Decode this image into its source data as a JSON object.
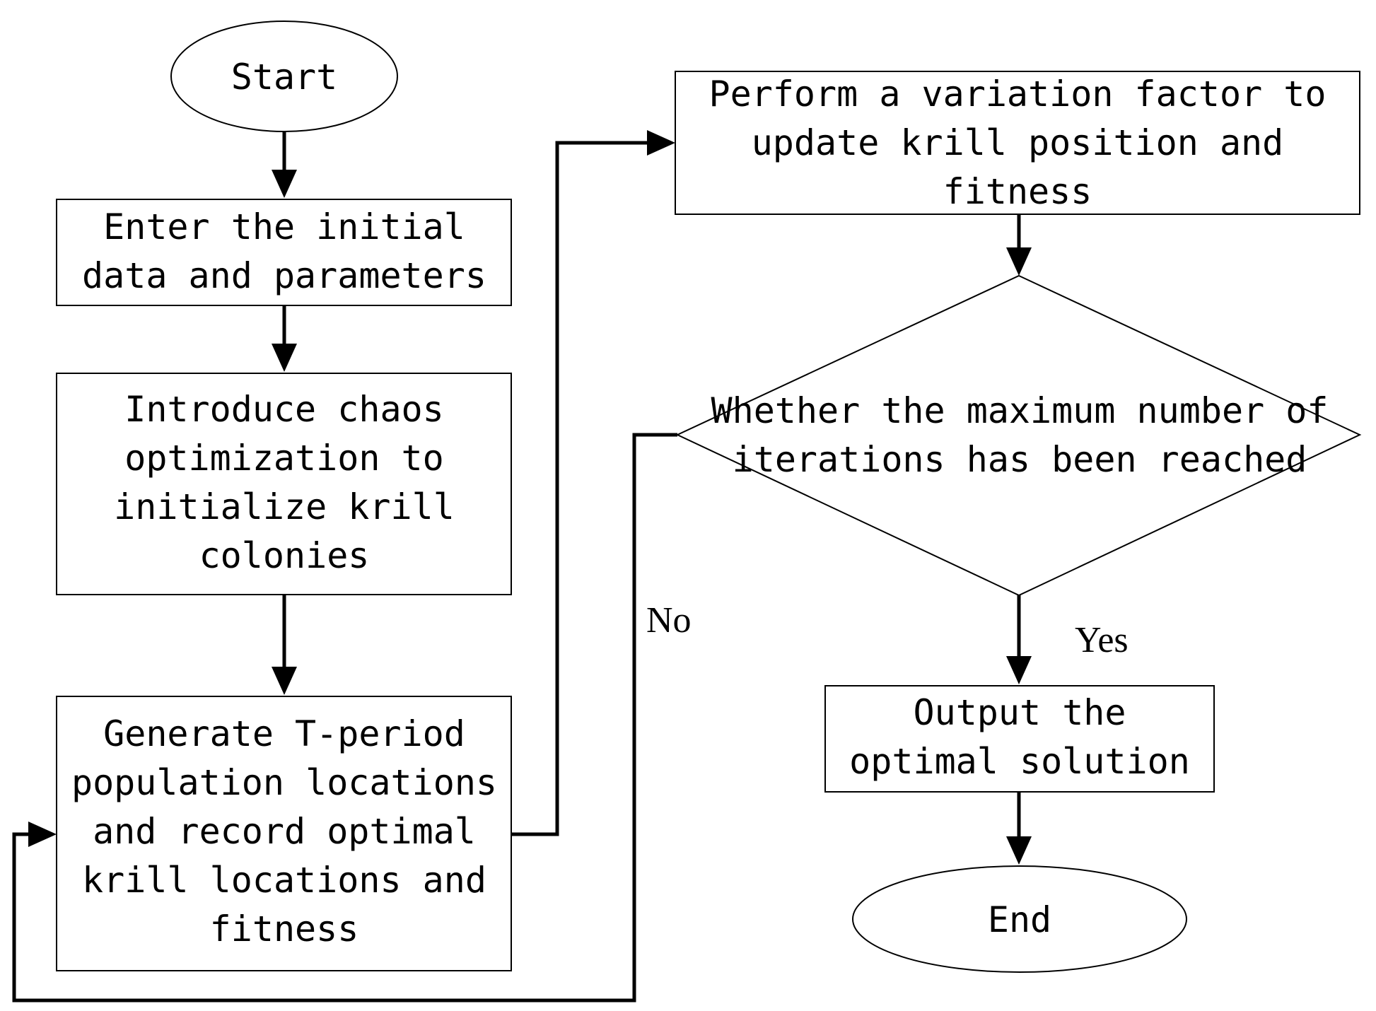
{
  "nodes": {
    "start": {
      "lines": [
        "Start"
      ]
    },
    "enter_data": {
      "lines": [
        "Enter the initial",
        "data and parameters"
      ]
    },
    "chaos_init": {
      "lines": [
        "Introduce chaos",
        "optimization to",
        "initialize krill",
        "colonies"
      ]
    },
    "generate": {
      "lines": [
        "Generate T-period",
        "population locations",
        "and record optimal",
        "krill locations and",
        "fitness"
      ]
    },
    "variation": {
      "lines": [
        "Perform a variation factor to",
        "update krill position and",
        "fitness"
      ]
    },
    "decision": {
      "lines": [
        "Whether the maximum number of",
        "iterations has been reached"
      ]
    },
    "output": {
      "lines": [
        "Output the",
        "optimal solution"
      ]
    },
    "end": {
      "lines": [
        "End"
      ]
    }
  },
  "edges": {
    "no_label": "No",
    "yes_label": "Yes"
  }
}
